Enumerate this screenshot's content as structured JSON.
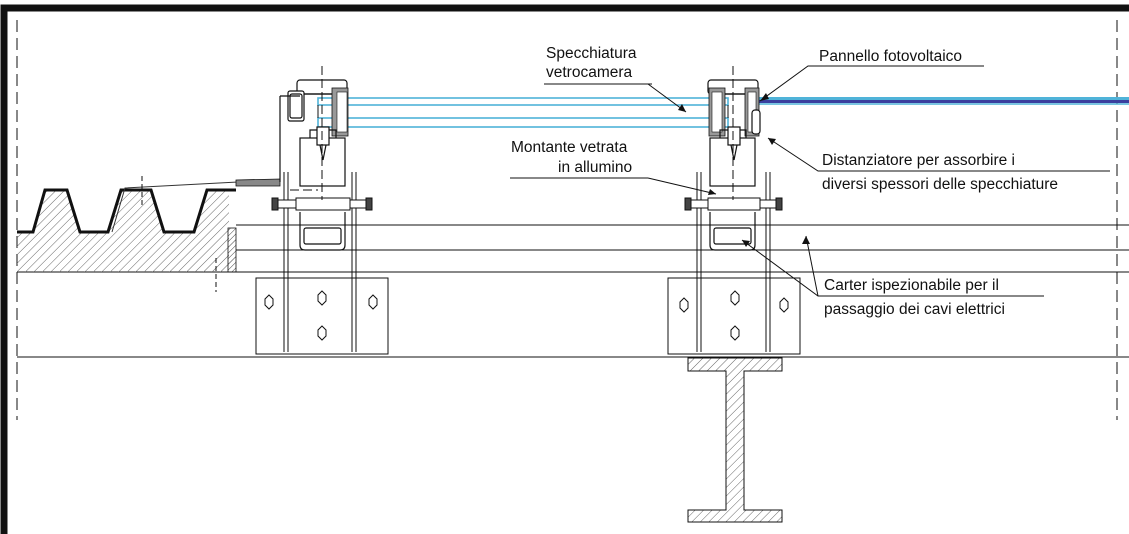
{
  "labels": {
    "specchiatura_line1": "Specchiatura",
    "specchiatura_line2": "vetrocamera",
    "pannello": "Pannello fotovoltaico",
    "montante_line1": "Montante vetrata",
    "montante_line2": "in allumino",
    "distanziatore_line1": "Distanziatore per assorbire i",
    "distanziatore_line2": "diversi spessori delle specchiature",
    "carter_line1": "Carter ispezionabile per il",
    "carter_line2": "passaggio dei cavi elettrici"
  },
  "colors": {
    "line": "#111111",
    "glass": "#4fb3d9",
    "pv_panel": "#3a3f9e",
    "hatch": "#555555"
  }
}
